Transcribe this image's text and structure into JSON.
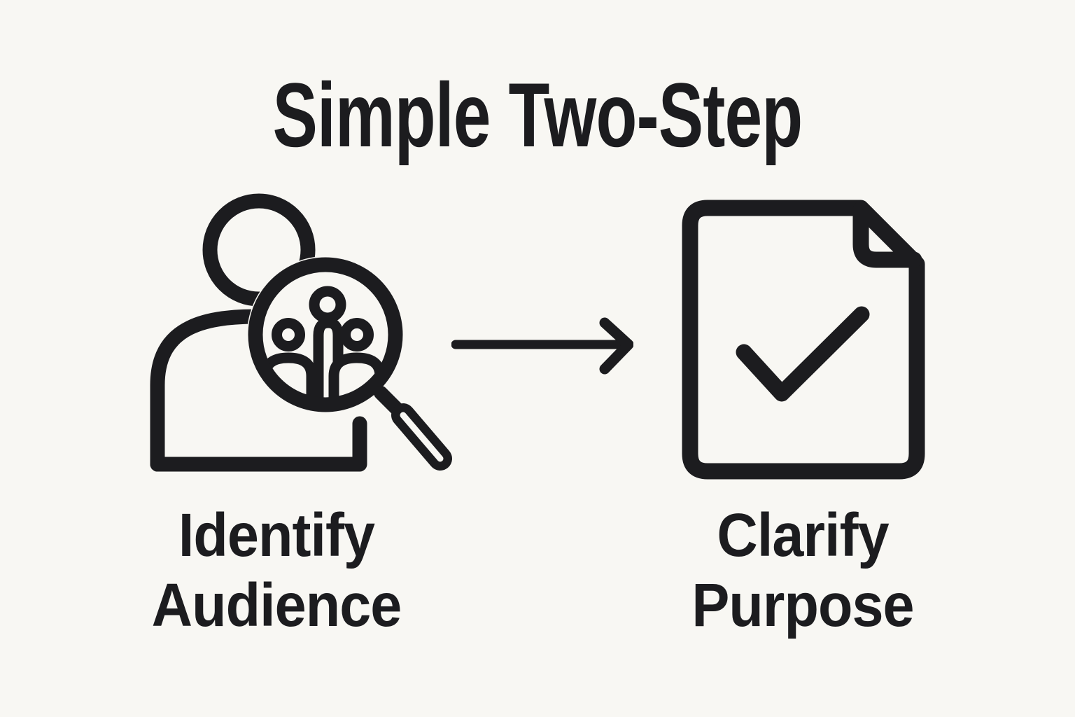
{
  "title": "Simple Two-Step",
  "steps": [
    {
      "id": "identify-audience",
      "icon": "audience-magnifier-icon",
      "label_lines": [
        "Identify",
        "Audience"
      ]
    },
    {
      "id": "clarify-purpose",
      "icon": "document-check-icon",
      "label_lines": [
        "Clarify",
        "Purpose"
      ]
    }
  ],
  "connector": {
    "icon": "right-arrow-icon",
    "direction": "left-to-right"
  },
  "colors": {
    "background": "#f8f7f3",
    "ink": "#1c1c1f"
  }
}
